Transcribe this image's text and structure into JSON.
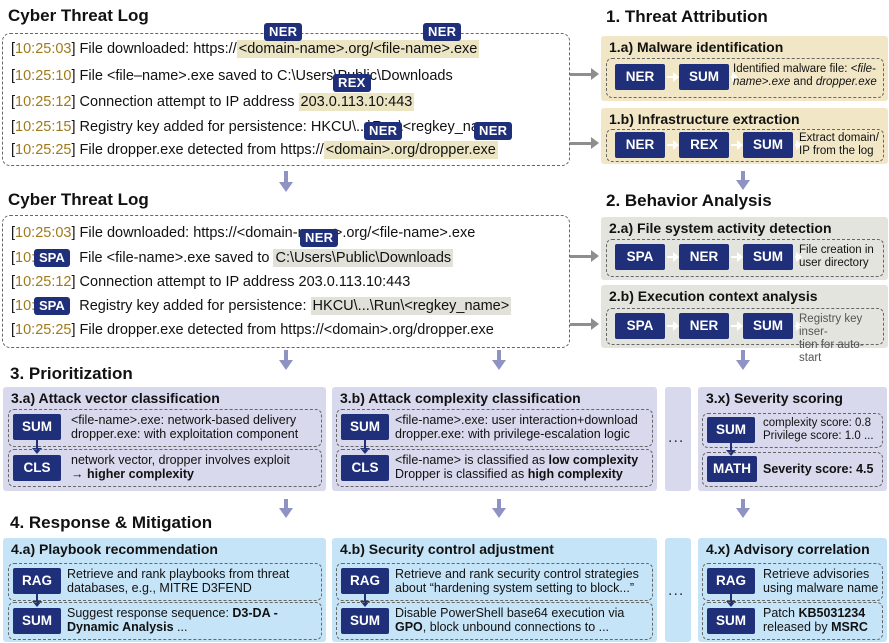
{
  "log1": {
    "title": "Cyber Threat Log",
    "lines": [
      {
        "ts": "10:25:03",
        "pre": "File downloaded: https://",
        "hl1": "<domain-name>.org/<file-name>.exe",
        "post": ""
      },
      {
        "ts": "10:25:10",
        "pre": "File <file–name>.exe saved to C:\\Users\\Public\\Downloads",
        "hl1": "",
        "post": ""
      },
      {
        "ts": "10:25:12",
        "pre": "Connection attempt to IP address ",
        "hl1": "203.0.113.10:443",
        "post": ""
      },
      {
        "ts": "10:25:15",
        "pre": "Registry key added for persistence: HKCU\\...\\Run\\<regkey_name>",
        "hl1": "",
        "post": ""
      },
      {
        "ts": "10:25:25",
        "pre": "File dropper.exe detected from https://",
        "hl1": "<domain>.org/dropper.exe",
        "post": ""
      }
    ],
    "tags": [
      "NER",
      "NER",
      "REX",
      "NER",
      "NER"
    ]
  },
  "log2": {
    "title": "Cyber Threat Log",
    "lines": [
      {
        "ts": "10:25:03",
        "pre": "File downloaded: https://<domain-name>.org/<file-name>.exe"
      },
      {
        "ts": "10:",
        "pre": "File <file-name>.exe saved to ",
        "hl": "C:\\Users\\Public\\Downloads"
      },
      {
        "ts": "10:25:12",
        "pre": "Connection attempt to IP address 203.0.113.10:443"
      },
      {
        "ts": "10:",
        "pre": "Registry key added for persistence: ",
        "hl": "HKCU\\...\\Run\\<regkey_name>"
      },
      {
        "ts": "10:25:25",
        "pre": "File dropper.exe detected from https://<domain>.org/dropper.exe"
      }
    ],
    "tags": [
      "NER",
      "SPA",
      "SPA"
    ]
  },
  "sections": {
    "attribution": "1. Threat Attribution",
    "behavior": "2. Behavior Analysis",
    "prioritization": "3. Prioritization",
    "response": "4. Response & Mitigation"
  },
  "cards": {
    "c1a": {
      "title": "1.a) Malware identification",
      "blocks": [
        "NER",
        "SUM"
      ],
      "text_a": "Identified malware file: ",
      "text_b": "<file-name>.exe",
      "text_c": " and ",
      "text_d": "dropper.exe"
    },
    "c1b": {
      "title": "1.b) Infrastructure extraction",
      "blocks": [
        "NER",
        "REX",
        "SUM"
      ],
      "text_a": "Extract domain/",
      "text_b": "IP from the log"
    },
    "c2a": {
      "title": "2.a) File system activity detection",
      "blocks": [
        "SPA",
        "NER",
        "SUM"
      ],
      "text_a": "File creation in",
      "text_b": "user directory"
    },
    "c2b": {
      "title": "2.b) Execution context analysis",
      "blocks": [
        "SPA",
        "NER",
        "SUM"
      ],
      "text_a": "Registry key inser-",
      "text_b": "tion for auto-start"
    },
    "c3a": {
      "title": "3.a) Attack vector classification",
      "b1": "SUM",
      "b2": "CLS",
      "t1a": "<file-name>.exe: network-based delivery",
      "t1b": "dropper.exe: with exploitation component",
      "t2a": "network vector, dropper involves exploit",
      "t2b": "→ higher complexity"
    },
    "c3b": {
      "title": "3.b) Attack complexity classification",
      "b1": "SUM",
      "b2": "CLS",
      "t1a": "<file-name>.exe: user interaction+download",
      "t1b": "dropper.exe: with privilege-escalation logic",
      "t2a_pre": "<file-name> is classified as ",
      "t2a_bold": "low complexity",
      "t2b_pre": "Dropper is classified as ",
      "t2b_bold": "high complexity"
    },
    "c3x": {
      "title": "3.x) Severity scoring",
      "b1": "SUM",
      "b2": "MATH",
      "t1a": "complexity score: 0.8",
      "t1b": "Privilege score: 1.0 ...",
      "t2": "Severity score: 4.5"
    },
    "c4a": {
      "title": "4.a) Playbook recommendation",
      "b1": "RAG",
      "b2": "SUM",
      "t1a": "Retrieve and rank playbooks from threat",
      "t1b": "databases, e.g., MITRE D3FEND",
      "t2a_pre": "Suggest response sequence: ",
      "t2a_bold": "D3-DA -",
      "t2b_bold": "Dynamic Analysis",
      "t2b_post": " ..."
    },
    "c4b": {
      "title": "4.b) Security control adjustment",
      "b1": "RAG",
      "b2": "SUM",
      "t1a": "Retrieve and rank security control strategies",
      "t1b": "about “hardening system setting to block...”",
      "t2a": "Disable PowerShell base64 execution via",
      "t2b_bold": "GPO",
      "t2b_post": ", block unbound connections to ..."
    },
    "c4x": {
      "title": "4.x) Advisory correlation",
      "b1": "RAG",
      "b2": "SUM",
      "t1a": "Retrieve advisories",
      "t1b": "using malware name",
      "t2a_pre": "Patch ",
      "t2a_bold": "KB5031234",
      "t2b_pre": "released by ",
      "t2b_bold": "MSRC"
    }
  },
  "ellipsis": "..."
}
